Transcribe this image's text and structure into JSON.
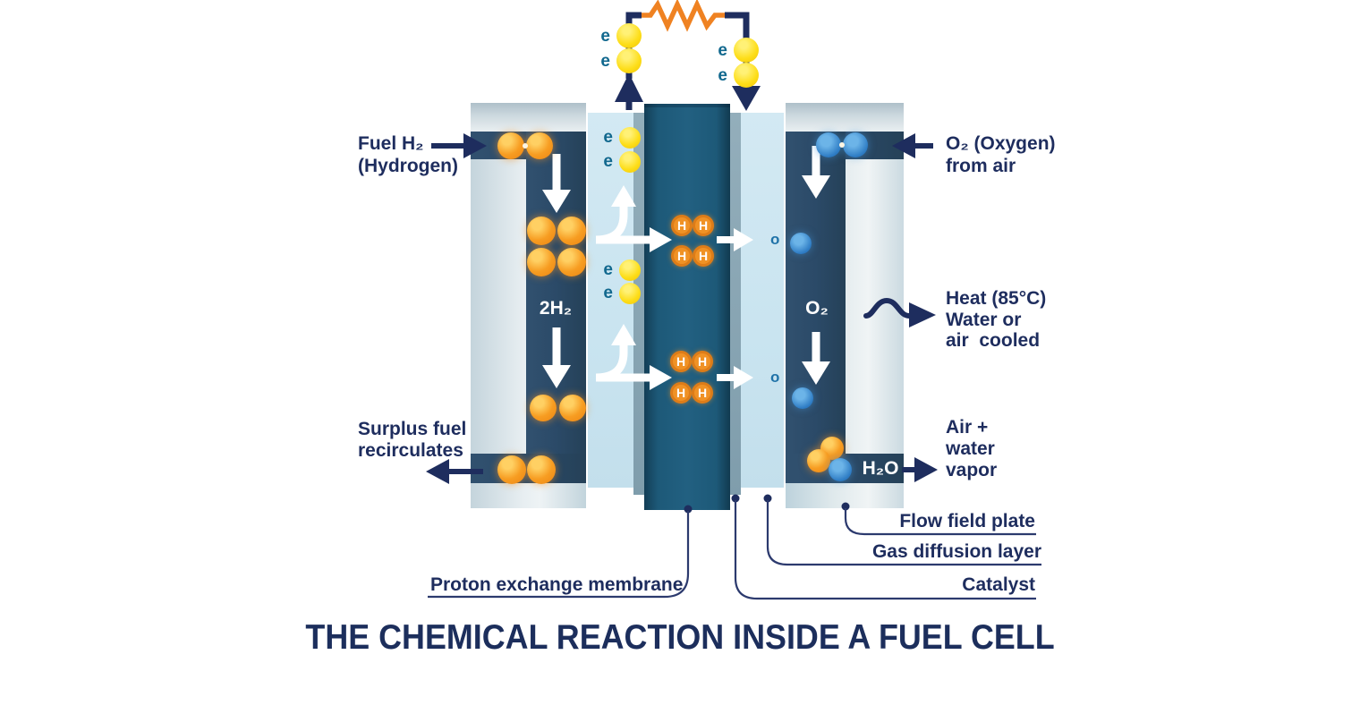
{
  "title": "THE CHEMICAL REACTION INSIDE A FUEL CELL",
  "labels": {
    "fuel_line1": "Fuel H₂",
    "fuel_line2": "(Hydrogen)",
    "surplus_line1": "Surplus fuel",
    "surplus_line2": "recirculates",
    "oxygen_line1": "O₂ (Oxygen)",
    "oxygen_line2": "from air",
    "heat_line1": "Heat (85°C)",
    "heat_line2": "Water or",
    "heat_line3": "air  cooled",
    "air_line1": "Air +",
    "air_line2": "water",
    "air_line3": "vapor"
  },
  "layers": {
    "flow_field_plate": "Flow field plate",
    "gas_diffusion_layer": "Gas diffusion layer",
    "catalyst": "Catalyst",
    "proton_exchange_membrane": "Proton exchange membrane"
  },
  "annotations": {
    "h2_in_channel": "2H₂",
    "o2_in_channel": "O₂",
    "h2o_out": "H₂O",
    "electron": "e",
    "proton": "H",
    "oxygen_atom": "o"
  },
  "colors": {
    "navy_text_arrows": "#1e2d5e",
    "title_navy": "#1c2e5c",
    "membrane_teal": "#1d5978",
    "channel_navy": "#2b4a68",
    "plate_silver": "#dfe9ec",
    "gas_diffusion_pale_blue": "#c9e4f0",
    "catalyst_gray": "#85a2b2",
    "electron_yellow": "#fddd17",
    "electron_text_teal": "#11688e",
    "molecule_orange": "#f79d22",
    "molecule_blue": "#2e7cc4",
    "oxygen_atom_text": "#1f72a8",
    "resistor_orange": "#ef8222"
  }
}
